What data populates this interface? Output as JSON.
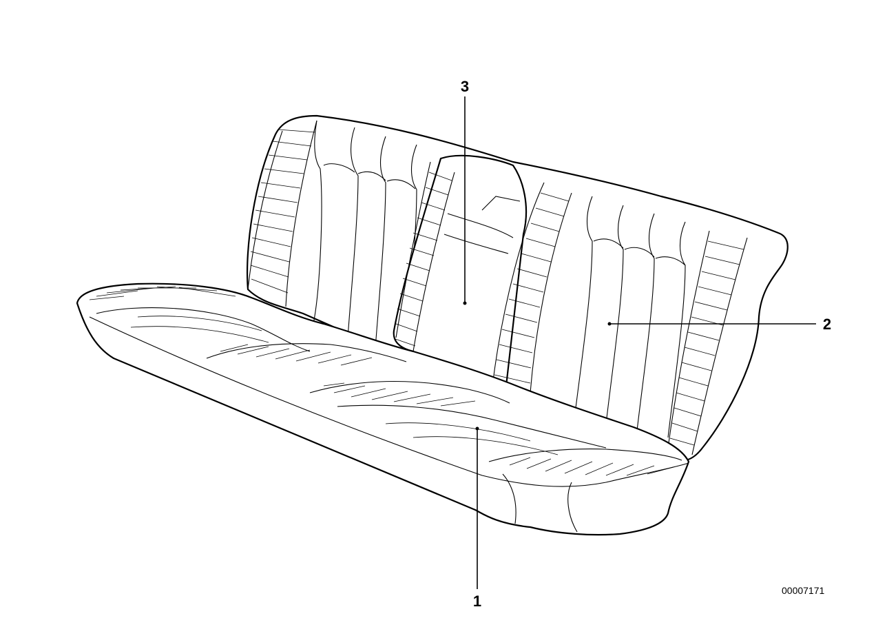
{
  "callouts": [
    {
      "label": "1"
    },
    {
      "label": "2"
    },
    {
      "label": "3"
    }
  ],
  "diagram_number": "00007171"
}
